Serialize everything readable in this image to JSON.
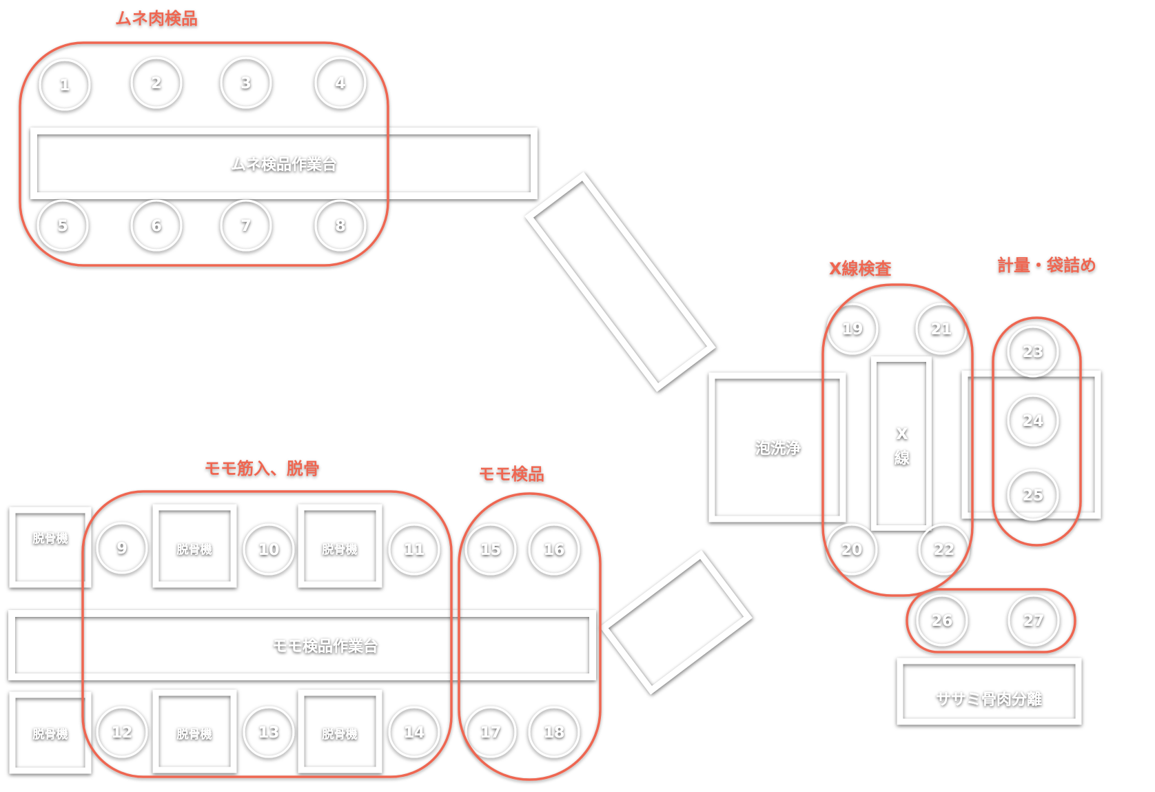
{
  "zones": {
    "breast_inspection": "ムネ肉検品",
    "thigh_deboning": "モモ筋入、脱骨",
    "thigh_inspection": "モモ検品",
    "xray_inspection": "X線検査",
    "weigh_bagging": "計量・袋詰め"
  },
  "tables": {
    "breast_table": "ムネ検品作業台",
    "thigh_table": "モモ検品作業台",
    "foam_wash": "泡洗浄",
    "xray_1": "X",
    "xray_2": "線",
    "tender_table": "ササミ骨肉分離"
  },
  "machines": {
    "deboner": "脱骨機"
  },
  "seats": {
    "s1": "1",
    "s2": "2",
    "s3": "3",
    "s4": "4",
    "s5": "5",
    "s6": "6",
    "s7": "7",
    "s8": "8",
    "s9": "9",
    "s10": "10",
    "s11": "11",
    "s12": "12",
    "s13": "13",
    "s14": "14",
    "s15": "15",
    "s16": "16",
    "s17": "17",
    "s18": "18",
    "s19": "19",
    "s20": "20",
    "s21": "21",
    "s22": "22",
    "s23": "23",
    "s24": "24",
    "s25": "25",
    "s26": "26",
    "s27": "27"
  },
  "colors": {
    "zone_outline": "#ee6651",
    "equipment": "#ffffff",
    "shadow": "#000000"
  }
}
